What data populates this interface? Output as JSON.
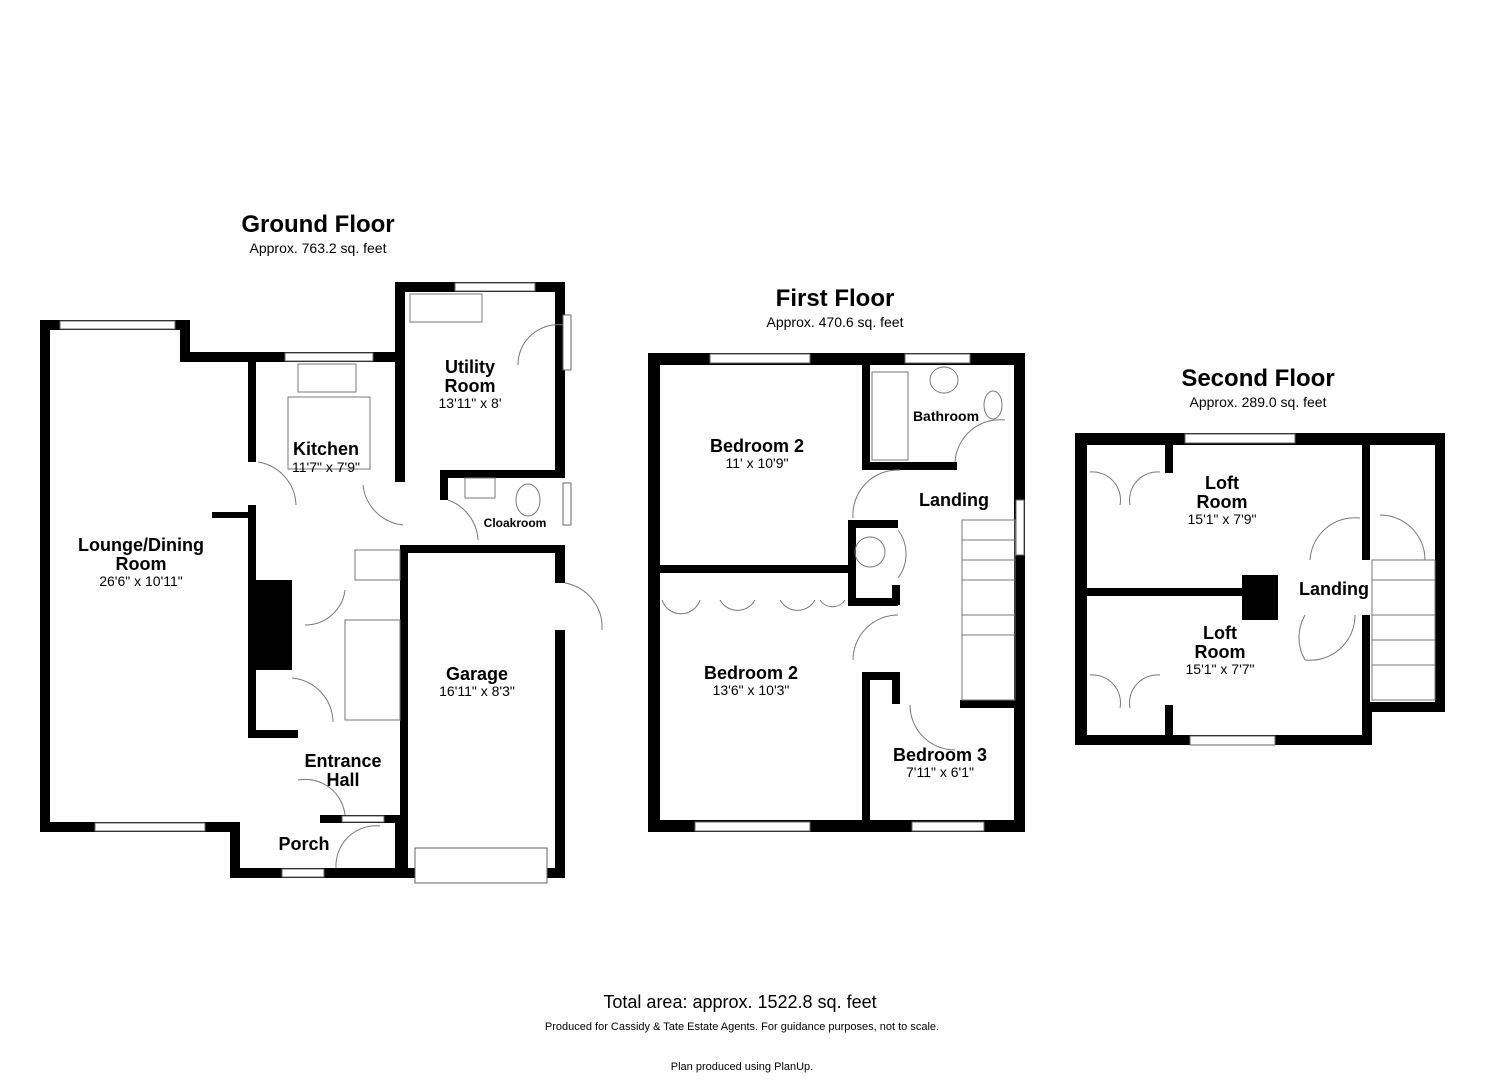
{
  "floors": [
    {
      "title": "Ground Floor",
      "area": "Approx. 763.2 sq. feet",
      "rooms": [
        {
          "name": "Lounge/Dining",
          "name2": "Room",
          "dims": "26'6\" x 10'11\""
        },
        {
          "name": "Kitchen",
          "dims": "11'7\" x 7'9\""
        },
        {
          "name": "Utility",
          "name2": "Room",
          "dims": "13'11\" x 8'"
        },
        {
          "name": "Cloakroom"
        },
        {
          "name": "Garage",
          "dims": "16'11\" x 8'3\""
        },
        {
          "name": "Entrance",
          "name2": "Hall"
        },
        {
          "name": "Porch"
        }
      ]
    },
    {
      "title": "First Floor",
      "area": "Approx. 470.6 sq. feet",
      "rooms": [
        {
          "name": "Bedroom 2",
          "dims": "11' x 10'9\""
        },
        {
          "name": "Bathroom"
        },
        {
          "name": "Landing"
        },
        {
          "name": "Bedroom 2",
          "dims": "13'6\" x 10'3\""
        },
        {
          "name": "Bedroom 3",
          "dims": "7'11\" x 6'1\""
        }
      ]
    },
    {
      "title": "Second Floor",
      "area": "Approx. 289.0 sq. feet",
      "rooms": [
        {
          "name": "Loft",
          "name2": "Room",
          "dims": "15'1\" x 7'9\""
        },
        {
          "name": "Landing"
        },
        {
          "name": "Loft",
          "name2": "Room",
          "dims": "15'1\" x 7'7\""
        }
      ]
    }
  ],
  "footer": {
    "total": "Total area: approx. 1522.8 sq. feet",
    "produced": "Produced for Cassidy & Tate Estate Agents. For guidance purposes, not to scale.",
    "plan": "Plan produced using PlanUp."
  }
}
